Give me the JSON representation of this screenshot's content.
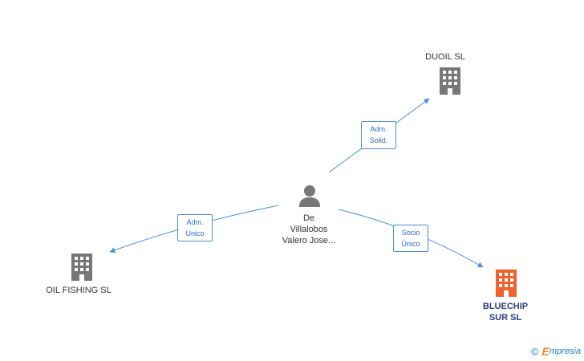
{
  "colors": {
    "edge": "#4a8fd8",
    "building": "#777777",
    "building_highlight": "#f0612c",
    "person": "#777777"
  },
  "nodes": {
    "person": {
      "line1": "De",
      "line2": "Villalobos",
      "line3": "Valero Jose..."
    },
    "duoil": {
      "label": "DUOIL SL"
    },
    "oil_fishing": {
      "label": "OIL FISHING  SL"
    },
    "bluechip": {
      "line1": "BLUECHIP",
      "line2": "SUR SL"
    }
  },
  "edges": {
    "to_duoil": {
      "line1": "Adm.",
      "line2": "Solid."
    },
    "to_oil_fishing": {
      "line1": "Adm.",
      "line2": "Unico"
    },
    "to_bluechip": {
      "line1": "Socio",
      "line2": "Único"
    }
  },
  "watermark": {
    "symbol": "©",
    "brand_initial": "E",
    "brand_rest": "mpresia"
  }
}
